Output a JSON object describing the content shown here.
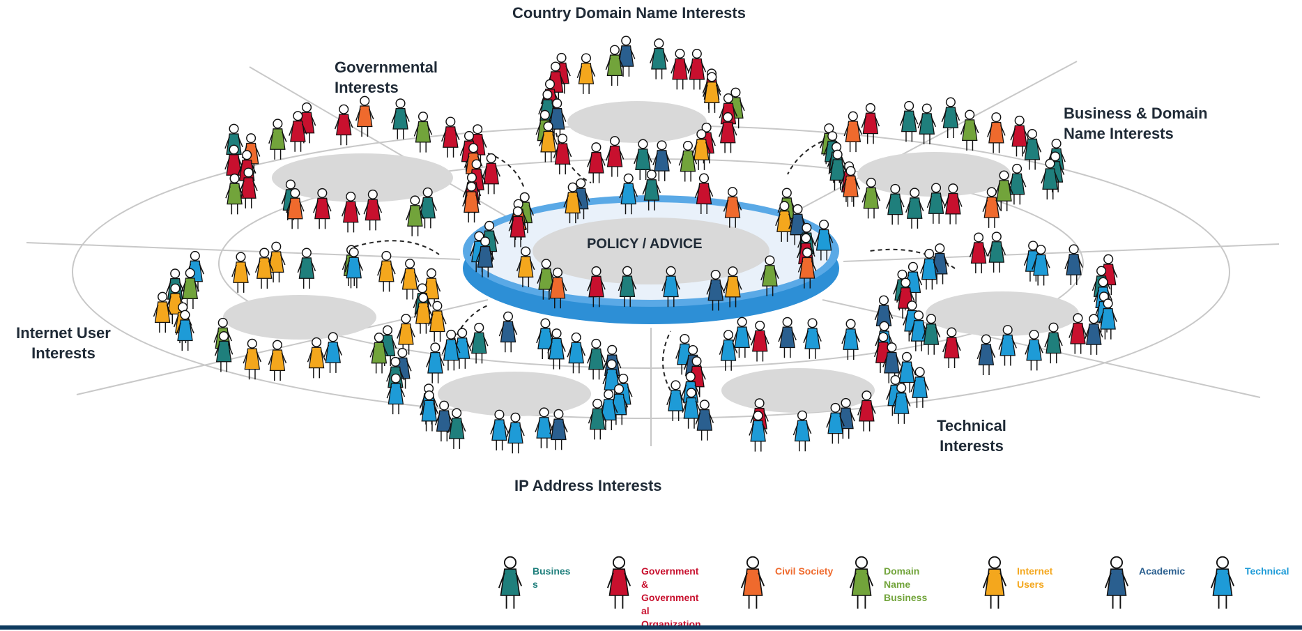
{
  "groups": {
    "country": {
      "label": "Country Domain Name Interests"
    },
    "governmental": {
      "label": "Governmental\nInterests"
    },
    "business": {
      "label": "Business & Domain\nName Interests"
    },
    "internet_user": {
      "label": "Internet User\nInterests"
    },
    "ip_address": {
      "label": "IP Address Interests"
    },
    "technical": {
      "label": "Technical\nInterests"
    }
  },
  "center": {
    "label": "POLICY / ADVICE"
  },
  "colors": {
    "business": "#1f7f7c",
    "government": "#c8102e",
    "civil_society": "#ef6a2d",
    "domain_name_business": "#72a43b",
    "internet_users": "#f4a71d",
    "academic": "#2a5f8f",
    "technical": "#1e9bd7",
    "ring_outer": "#2d8fd6",
    "ring_inner": "#e9f1fa",
    "table": "#d9d9d9",
    "footer": "#0e3a5e"
  },
  "legend": [
    {
      "key": "business",
      "label": "Busines\ns",
      "color": "#1f7f7c",
      "icon": "briefcase-person-icon"
    },
    {
      "key": "government",
      "label": "Government\n&\nGovernment\nal\nOrganization",
      "color": "#c8102e",
      "icon": "sash-person-icon"
    },
    {
      "key": "civil_society",
      "label": "Civil Society",
      "color": "#ef6a2d",
      "icon": "waving-person-icon"
    },
    {
      "key": "domain_name_business",
      "label": "Domain\nName\nBusiness",
      "color": "#72a43b",
      "icon": "person-icon"
    },
    {
      "key": "internet_users",
      "label": "Internet\nUsers",
      "color": "#f4a71d",
      "icon": "phone-person-icon"
    },
    {
      "key": "academic",
      "label": "Academic",
      "color": "#2a5f8f",
      "icon": "graduate-person-icon"
    },
    {
      "key": "technical",
      "label": "Technical",
      "color": "#1e9bd7",
      "icon": "paper-person-icon"
    }
  ]
}
